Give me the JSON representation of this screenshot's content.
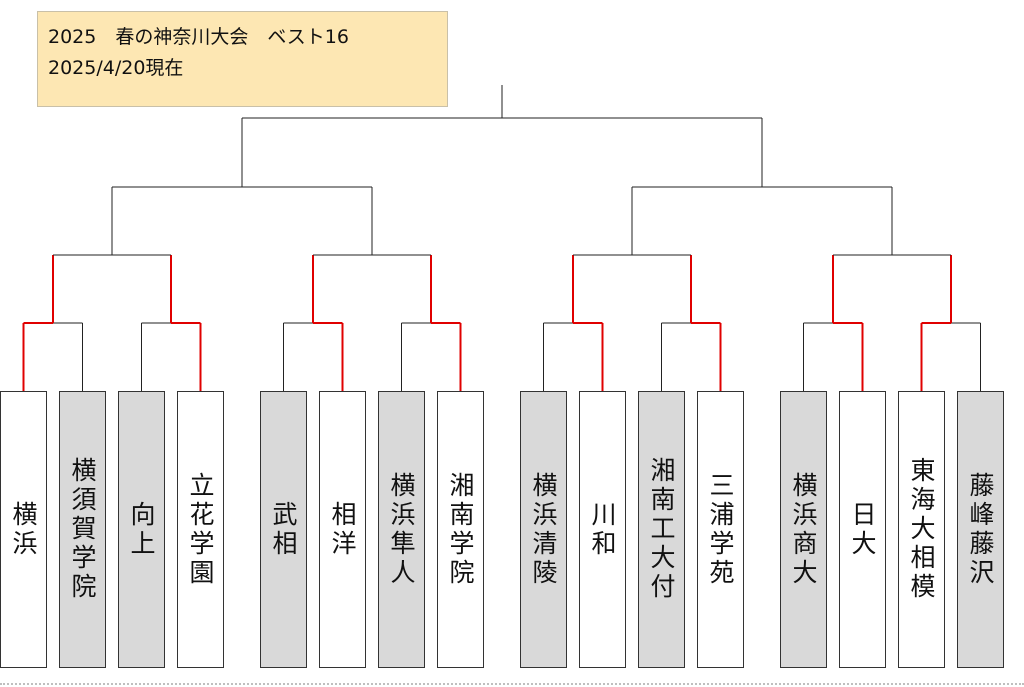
{
  "header": {
    "title": "2025　春の神奈川大会　ベスト16",
    "date": "2025/4/20現在"
  },
  "colors": {
    "advanced_line": "#e00000",
    "line": "#222222",
    "eliminated_fill": "#d9d9d9",
    "header_fill": "#fde7b3"
  },
  "teams": [
    {
      "name": "横浜",
      "eliminated": false
    },
    {
      "name": "横須賀学院",
      "eliminated": true
    },
    {
      "name": "向上",
      "eliminated": true
    },
    {
      "name": "立花学園",
      "eliminated": false
    },
    {
      "name": "武相",
      "eliminated": true
    },
    {
      "name": "相洋",
      "eliminated": false
    },
    {
      "name": "横浜隼人",
      "eliminated": true
    },
    {
      "name": "湘南学院",
      "eliminated": false
    },
    {
      "name": "横浜清陵",
      "eliminated": true
    },
    {
      "name": "川和",
      "eliminated": false
    },
    {
      "name": "湘南工大付",
      "eliminated": true
    },
    {
      "name": "三浦学苑",
      "eliminated": false
    },
    {
      "name": "横浜商大",
      "eliminated": true
    },
    {
      "name": "日大",
      "eliminated": false
    },
    {
      "name": "東海大相模",
      "eliminated": false
    },
    {
      "name": "藤峰藤沢",
      "eliminated": true
    }
  ]
}
